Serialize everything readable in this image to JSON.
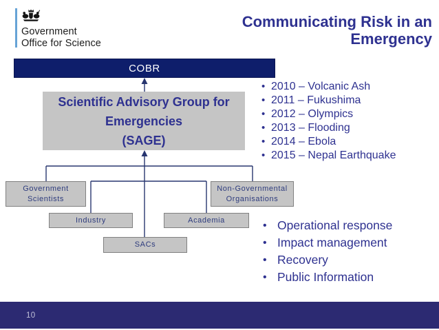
{
  "slide": {
    "title": "Communicating Risk in an\nEmergency",
    "page_number": "10"
  },
  "logo": {
    "org_name": "Government\nOffice for Science",
    "crest_icon": "royal-coat-of-arms-icon",
    "accent_color": "#66a3d6"
  },
  "org_chart": {
    "cobr": "COBR",
    "sage": "Scientific Advisory Group for\nEmergencies\n(SAGE)",
    "government_scientists": "Government\nScientists",
    "industry": "Industry",
    "sacs": "SACs",
    "academia": "Academia",
    "non_governmental": "Non-Governmental\nOrganisations"
  },
  "events": {
    "items": [
      "2010 – Volcanic Ash",
      "2011 – Fukushima",
      "2012 – Olympics",
      "2013 – Flooding",
      "2014 – Ebola",
      "2015 – Nepal Earthquake"
    ]
  },
  "response": {
    "items": [
      "Operational response",
      "Impact management",
      "Recovery",
      "Public Information"
    ]
  },
  "colors": {
    "navy_text": "#2e3190",
    "cobr_bar": "#0e1e6b",
    "footer_bar": "#2c2a72",
    "box_fill": "#c5c5c5",
    "box_border": "#808080",
    "connector": "#27356f"
  }
}
